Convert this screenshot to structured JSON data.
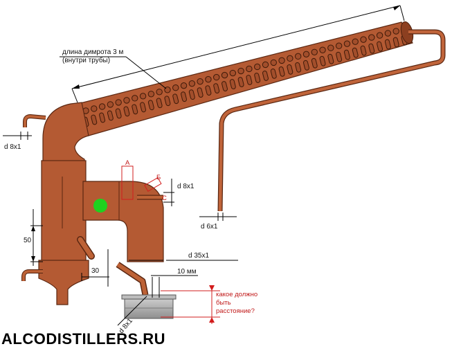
{
  "labels": {
    "length_line1": "длина димрота 3 м",
    "length_line2": "(внутри трубы)",
    "d_left_top": "d 8x1",
    "marker_a": "А",
    "marker_b": "Б",
    "marker_c": "С",
    "d_side": "d 8x1",
    "d_return": "d 6x1",
    "dim_50": "50",
    "d_main": "d 35x1",
    "dim_30": "30",
    "dim_10mm": "10 мм",
    "d_bottom": "d 8x1",
    "question_line1": "какое должно",
    "question_line2": "быть",
    "question_line3": "расстояние?",
    "watermark": "ALCODISTILLERS.RU"
  },
  "colors": {
    "copper": "#b45a33",
    "copper_dark": "#8c3f20",
    "marker_red": "#d21c1c",
    "green_dot": "#1fd11f",
    "base_grey": "#a8a8a8"
  }
}
